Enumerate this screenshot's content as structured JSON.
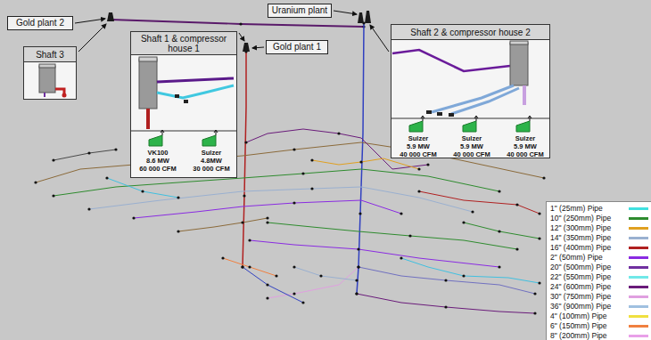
{
  "diagram": {
    "nodes": [
      {
        "text": [
          "Gold plant 2"
        ]
      },
      {
        "text": [
          "Shaft 3"
        ]
      },
      {
        "text": [
          "Shaft 1 & compressor house 1"
        ]
      },
      {
        "text": [
          "VK100",
          "8.6 MW",
          "60 000 CFM"
        ],
        "in": 2
      },
      {
        "text": [
          "Sulzer",
          "4.8MW",
          "30 000 CFM"
        ],
        "in": 2
      },
      {
        "text": [
          "Uranium plant"
        ]
      },
      {
        "text": [
          "Gold plant 1"
        ]
      },
      {
        "text": [
          "Shaft 2 & compressor house 2"
        ]
      },
      {
        "text": [
          "Sulzer",
          "5.9 MW",
          "40 000 CFM"
        ],
        "in": 7
      },
      {
        "text": [
          "Sulzer",
          "5.9 MW",
          "40 000 CFM"
        ],
        "in": 7
      },
      {
        "text": [
          "Sulzer",
          "5.9 MW",
          "40 000 CFM"
        ],
        "in": 7
      }
    ],
    "legend": [
      {
        "text": "1\" (25mm) Pipe",
        "color": "#40e0e0"
      },
      {
        "text": "10\" (250mm) Pipe",
        "color": "#2e8b2e"
      },
      {
        "text": "12\" (300mm) Pipe",
        "color": "#e0a020"
      },
      {
        "text": "14\" (350mm) Pipe",
        "color": "#9ab0d0"
      },
      {
        "text": "16\" (400mm) Pipe",
        "color": "#b02020"
      },
      {
        "text": "2\" (50mm) Pipe",
        "color": "#8a2be2"
      },
      {
        "text": "20\" (500mm) Pipe",
        "color": "#7030a0"
      },
      {
        "text": "22\" (550mm) Pipe",
        "color": "#70e8e8"
      },
      {
        "text": "24\" (600mm) Pipe",
        "color": "#6a1b7a"
      },
      {
        "text": "30\" (750mm) Pipe",
        "color": "#e0a0e0"
      },
      {
        "text": "36\" (900mm) Pipe",
        "color": "#a0c0e0"
      },
      {
        "text": "4\" (100mm) Pipe",
        "color": "#f0e040"
      },
      {
        "text": "6\" (150mm) Pipe",
        "color": "#f08040"
      },
      {
        "text": "8\" (200mm) Pipe",
        "color": "#e8a0e8"
      }
    ]
  }
}
